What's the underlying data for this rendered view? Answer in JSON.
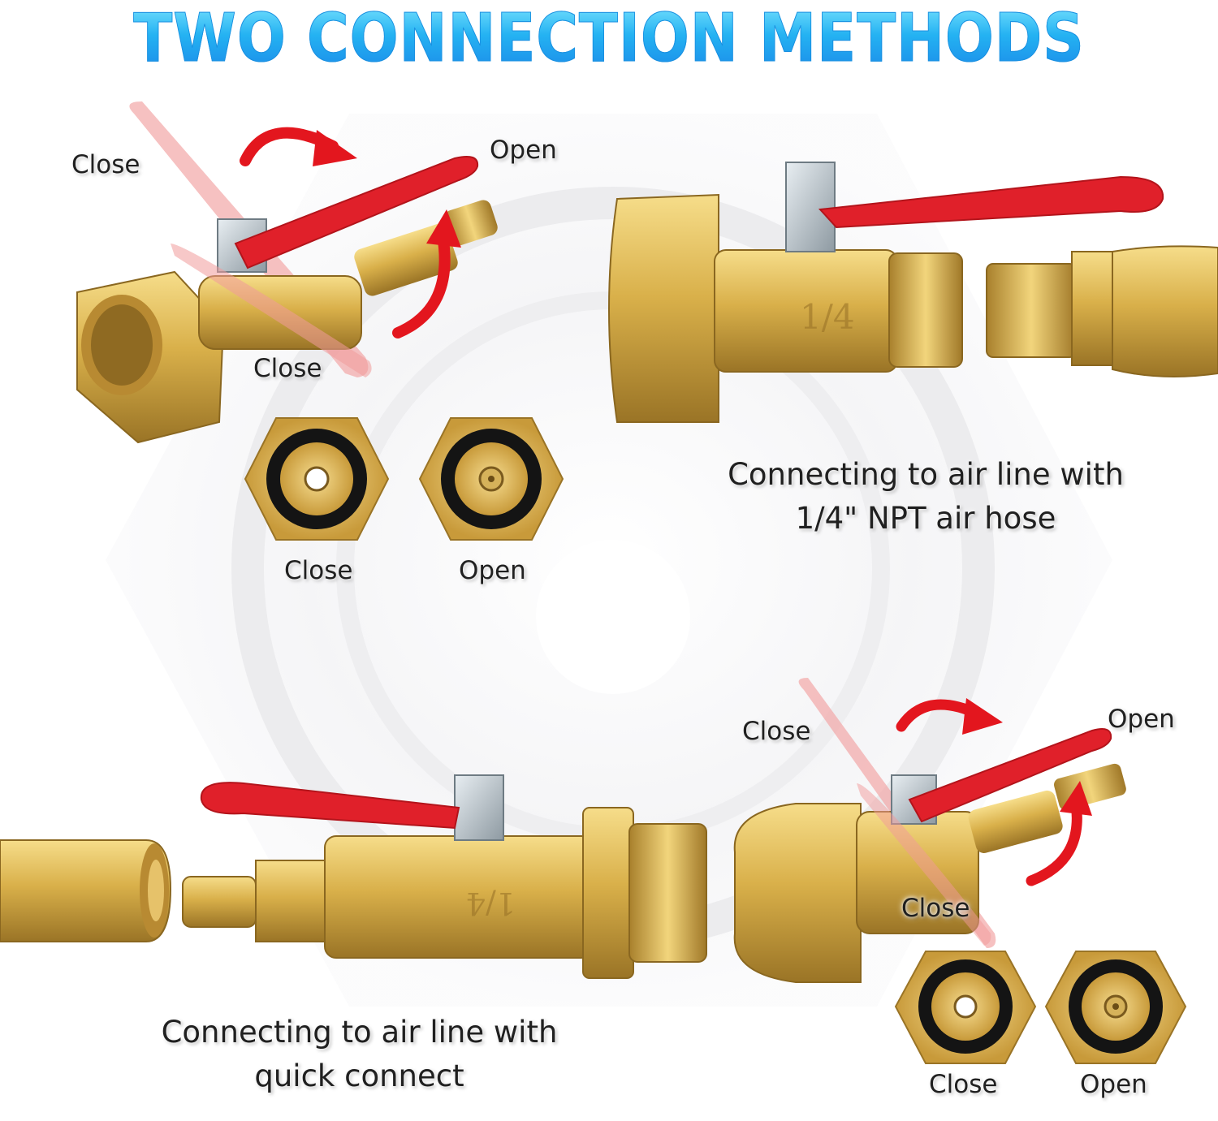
{
  "title": "TWO CONNECTION METHODS",
  "colors": {
    "title_light": "#7fe6ff",
    "title_dark": "#1a86e8",
    "brass": "#d9b04a",
    "handle_red": "#e0202a",
    "arrow_red": "#e3161e"
  },
  "labels": {
    "top_left_close": "Close",
    "top_left_open": "Open",
    "top_left_close_lower": "Close",
    "face_top_close": "Close",
    "face_top_open": "Open",
    "bottom_right_close": "Close",
    "bottom_right_open": "Open",
    "bottom_right_close_lower": "Close",
    "face_bottom_close": "Close",
    "face_bottom_open": "Open"
  },
  "captions": {
    "npt_line1": "Connecting to air line with",
    "npt_line2": "1/4\" NPT air hose",
    "quick_line1": "Connecting to air line with",
    "quick_line2": "quick connect"
  }
}
